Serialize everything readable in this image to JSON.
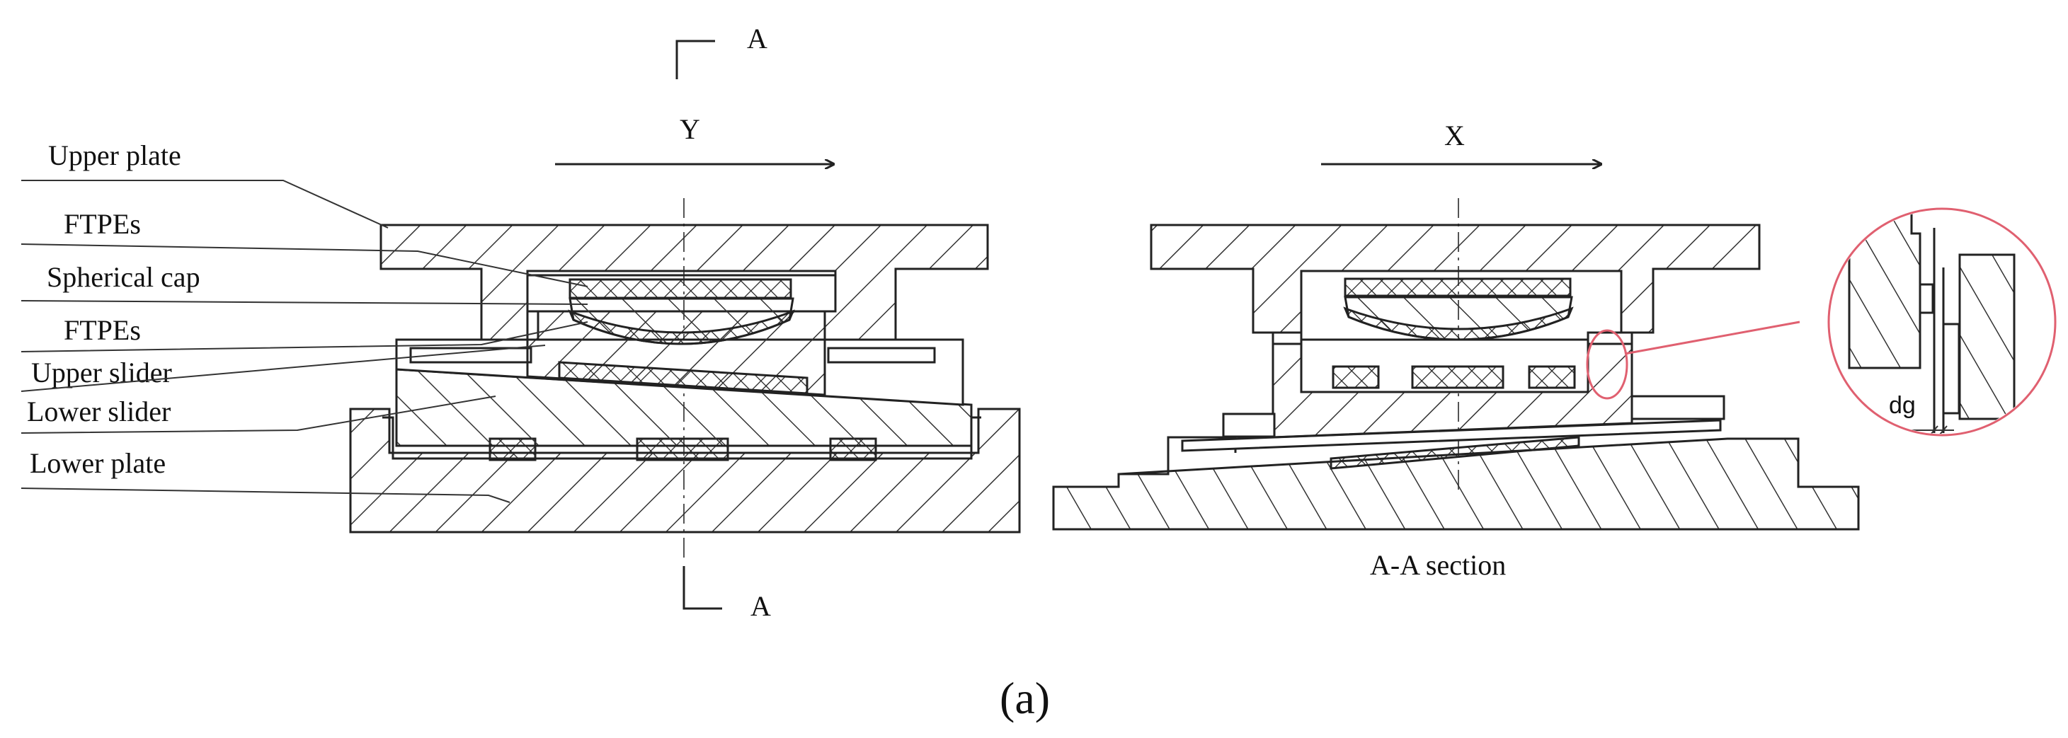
{
  "labels": {
    "upper_plate": "Upper plate",
    "ftpes_1": "FTPEs",
    "spherical_cap": "Spherical cap",
    "ftpes_2": "FTPEs",
    "upper_slider": "Upper slider",
    "lower_slider": "Lower slider",
    "lower_plate": "Lower plate"
  },
  "section_marks": {
    "top": "A",
    "bottom": "A"
  },
  "directions": {
    "left_view": "Y",
    "right_view": "X"
  },
  "section_title": "A-A section",
  "detail_label": "dg",
  "figure_caption": "(a)",
  "colors": {
    "line": "#222222",
    "detail_circle": "#e06070"
  }
}
